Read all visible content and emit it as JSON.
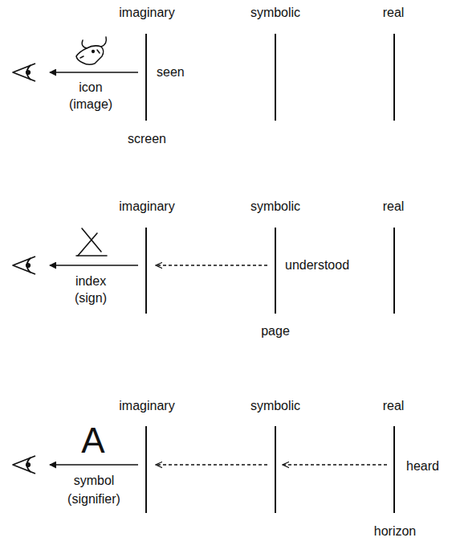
{
  "diagram": {
    "labels": [
      "imaginary",
      "symbolic",
      "real",
      "seen",
      "icon",
      "(image)",
      "screen",
      "imaginary",
      "symbolic",
      "real",
      "index",
      "(sign)",
      "understood",
      "page",
      "imaginary",
      "symbolic",
      "real",
      "A",
      "symbol",
      "(signifier)",
      "heard",
      "horizon"
    ]
  }
}
